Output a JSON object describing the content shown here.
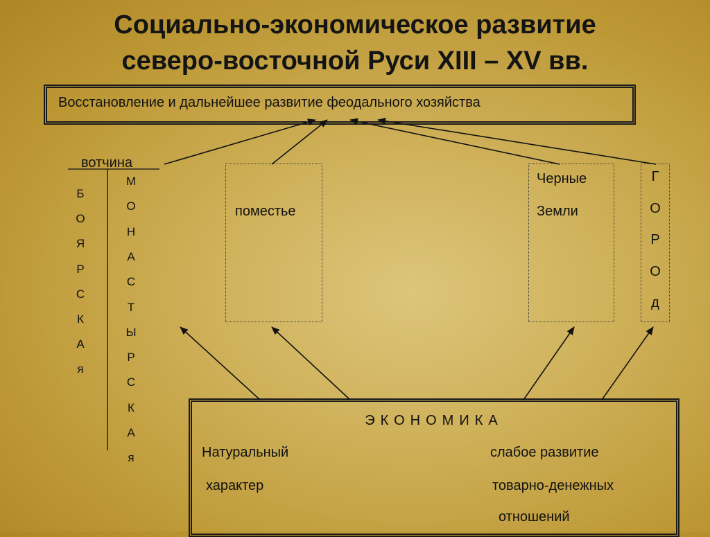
{
  "title": {
    "line1": "Социально-экономическое развитие",
    "line2": "северо-восточной Руси XIII – XV вв."
  },
  "feudal_box": {
    "text": "Восстановление  и дальнейшее развитие феодального хозяйства"
  },
  "votchina": {
    "label": "вотчина",
    "boyarskaya": [
      "Б",
      "О",
      "Я",
      "Р",
      "С",
      "К",
      "А",
      "я"
    ],
    "monastyrskaya": [
      "М",
      "О",
      "Н",
      "А",
      "С",
      "Т",
      "Ы",
      "Р",
      "С",
      "К",
      "А",
      "я"
    ]
  },
  "pomestye": {
    "label": "поместье"
  },
  "black_lands": {
    "line1": "Черные",
    "line2": "Земли"
  },
  "gorod": {
    "letters": [
      "Г",
      "О",
      "Р",
      "О",
      "д"
    ]
  },
  "economy": {
    "title": "ЭКОНОМИКА",
    "left_line1": "Натуральный",
    "left_line2": "характер",
    "right_line1": "слабое развитие",
    "right_line2": "товарно-денежных",
    "right_line3": "отношений"
  },
  "colors": {
    "line": "#111111",
    "text": "#111111"
  }
}
